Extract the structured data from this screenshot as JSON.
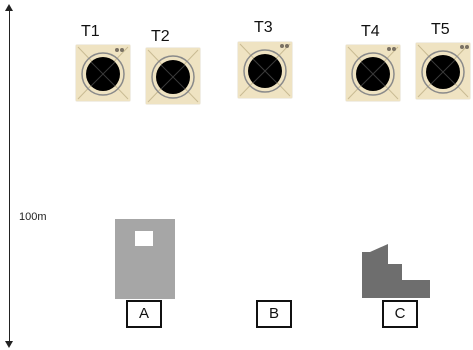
{
  "axis": {
    "distance_label": "100m"
  },
  "targets": [
    {
      "label": "T1"
    },
    {
      "label": "T2"
    },
    {
      "label": "T3"
    },
    {
      "label": "T4"
    },
    {
      "label": "T5"
    }
  ],
  "positions": [
    {
      "label": "A"
    },
    {
      "label": "B"
    },
    {
      "label": "C"
    }
  ],
  "colors": {
    "target_board": "#efe3c2",
    "target_ring": "#8a8a8a",
    "bullseye": "#000000",
    "cover_a": "#a6a6a6",
    "cover_c": "#6e6e6e"
  }
}
